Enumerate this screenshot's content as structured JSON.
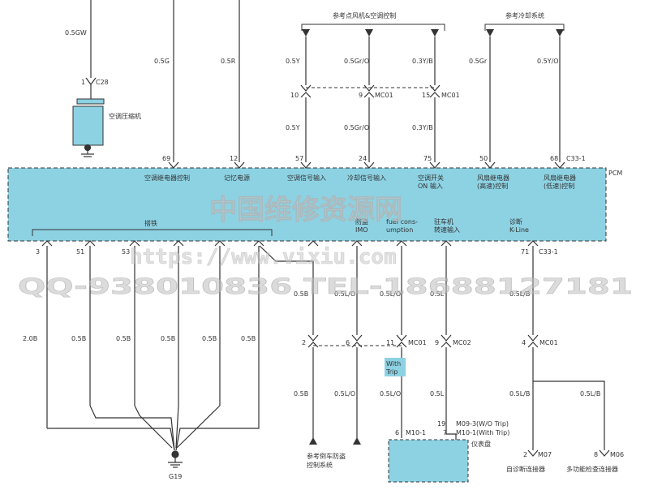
{
  "refs": {
    "hvac_control": "参考点风机&空调控制",
    "cooling_system": "参考冷却系统",
    "anti_theft": "参考倒车防盗",
    "anti_theft_line2": "控制系统"
  },
  "pcm": {
    "label": "PCM",
    "connector_top": "C33-1",
    "connector_bottom": "C33-1",
    "inputs_top": [
      {
        "pin": "69",
        "lines": [
          "空调继电器控制"
        ]
      },
      {
        "pin": "12",
        "lines": [
          "记忆电源"
        ]
      },
      {
        "pin": "57",
        "lines": [
          "空调信号输入"
        ]
      },
      {
        "pin": "24",
        "lines": [
          "冷却信号输入"
        ]
      },
      {
        "pin": "75",
        "lines": [
          "空调开关",
          "ON 输入"
        ]
      },
      {
        "pin": "50",
        "lines": [
          "风扇继电器",
          "(高速)控制"
        ]
      },
      {
        "pin": "68",
        "lines": [
          "风扇继电器",
          "(低速)控制"
        ]
      }
    ],
    "ground_label": "搭铁",
    "inputs_bottom": [
      {
        "lines": [
          "防盗",
          "IMO"
        ]
      },
      {
        "lines": [
          "fuel cons-",
          "umption"
        ]
      },
      {
        "lines": [
          "驻车机",
          "转速输入"
        ]
      },
      {
        "lines": [
          "诊断",
          "K-Line"
        ]
      }
    ],
    "bottom_pins": [
      "3",
      "51",
      "53",
      "",
      "",
      "",
      "",
      "",
      "71"
    ]
  },
  "compressor": {
    "wire": "0.5GW",
    "pin": "1",
    "connector": "C28",
    "label": "空调压缩机"
  },
  "top_wires": {
    "w1": "0.5G",
    "w2": "0.5R",
    "w3": "0.5Y",
    "w4": "0.5Gr/O",
    "w5": "0.3Y/B",
    "w6": "0.5Gr",
    "w7": "0.5Y/O"
  },
  "mc01_top": {
    "pins": [
      "10",
      "9",
      "15"
    ],
    "conn1": "MC01",
    "conn2": "MC01"
  },
  "lower_top_wires": {
    "w1": "0.5Y",
    "w2": "0.5Gr/O",
    "w3": "0.3Y/B"
  },
  "ground_wires": [
    "2.0B",
    "0.5B",
    "0.5B",
    "0.5B",
    "0.5B",
    "0.5B"
  ],
  "ground_point": "G19",
  "lower_right_wires": {
    "upper": [
      "0.5B",
      "0.5L/O",
      "0.5L/O",
      "0.5L",
      "0.5L/B"
    ],
    "pins": [
      "2",
      "6",
      "11",
      "9",
      "4"
    ],
    "connectors": [
      "MC01",
      "MC02",
      "MC01"
    ],
    "lower": [
      "0.5B",
      "0.5L/O",
      "0.5L/O",
      "0.5L",
      "0.5L/B",
      "0.5L/B"
    ]
  },
  "trip_badge": [
    "With",
    "Trip"
  ],
  "cluster": {
    "label": "仪表盘",
    "pin_a": "6",
    "conn_a": "M10-1",
    "pin_b": "19",
    "conn_b": "M09-3(W/O Trip)",
    "pin_c": "7",
    "conn_c": "M10-1(With Trip)"
  },
  "connectors_bottom": [
    {
      "pin": "2",
      "conn": "M07",
      "label": "自诊断连接器"
    },
    {
      "pin": "8",
      "conn": "M06",
      "label": "多功能检查连接器"
    }
  ],
  "watermark": {
    "line1": "中国维修资源网",
    "line2": "https://www.vixiu.com",
    "line3": "QQ-938010836  TEL-18688127181"
  }
}
